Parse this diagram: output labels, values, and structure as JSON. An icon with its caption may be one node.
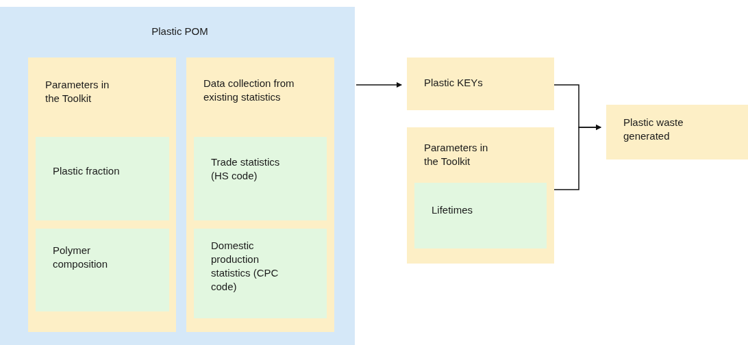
{
  "diagram": {
    "nodes": [
      {
        "text": [
          "Plastic POM"
        ]
      },
      {
        "text": [
          "Parameters in the Toolkit"
        ],
        "in": 0
      },
      {
        "text": [
          "Plastic fraction"
        ],
        "in": 1
      },
      {
        "text": [
          "Polymer composition"
        ],
        "in": 1
      },
      {
        "text": [
          "Data collection from existing statistics"
        ],
        "in": 0
      },
      {
        "text": [
          "Trade statistics (HS code)"
        ],
        "in": 4
      },
      {
        "text": [
          "Domestic production statistics (CPC code)"
        ],
        "in": 4
      },
      {
        "text": [
          "Plastic KEYs"
        ]
      },
      {
        "text": [
          "Parameters in the Toolkit"
        ]
      },
      {
        "text": [
          "Lifetimes"
        ],
        "in": 8
      },
      {
        "text": [
          "Plastic waste generated"
        ]
      }
    ],
    "edges": [
      {
        "from": 0,
        "to": 7,
        "arrow": "to"
      },
      {
        "from": 7,
        "to": 10,
        "arrow": "to"
      },
      {
        "from": 8,
        "to": 10,
        "arrow": "to"
      }
    ]
  }
}
